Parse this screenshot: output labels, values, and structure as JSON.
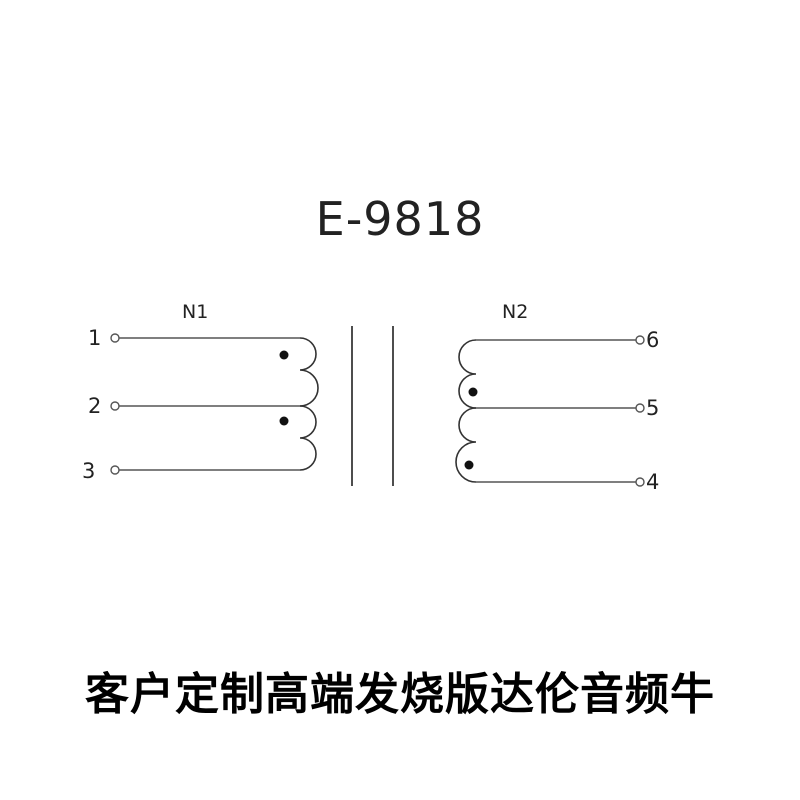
{
  "title": "E-9818",
  "windings": {
    "primary": {
      "label": "N1",
      "pins": [
        "1",
        "2",
        "3"
      ]
    },
    "secondary": {
      "label": "N2",
      "pins": [
        "6",
        "5",
        "4"
      ]
    }
  },
  "caption": "客户定制高端发烧版达伦音频牛"
}
